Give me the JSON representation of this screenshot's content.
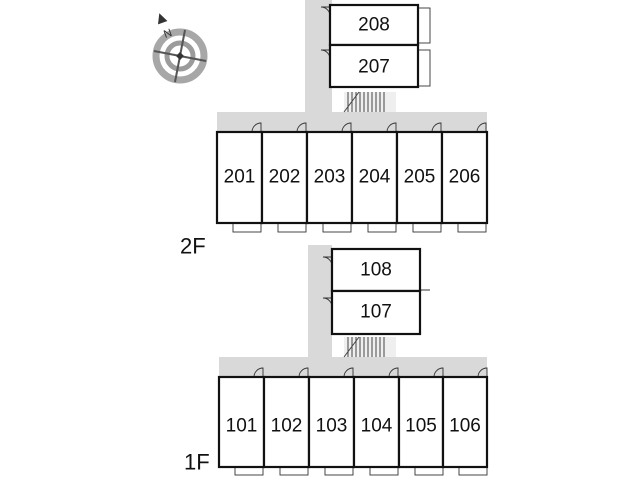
{
  "compass": {
    "icon": "compass-icon",
    "north_label": "N"
  },
  "floors": [
    {
      "id": "2F",
      "label": "2F",
      "upper_units": [
        "208",
        "207"
      ],
      "lower_units": [
        "201",
        "202",
        "203",
        "204",
        "205",
        "206"
      ]
    },
    {
      "id": "1F",
      "label": "1F",
      "upper_units": [
        "108",
        "107"
      ],
      "lower_units": [
        "101",
        "102",
        "103",
        "104",
        "105",
        "106"
      ]
    }
  ],
  "colors": {
    "corridor": "#d9d9d9",
    "wall": "#111111"
  }
}
